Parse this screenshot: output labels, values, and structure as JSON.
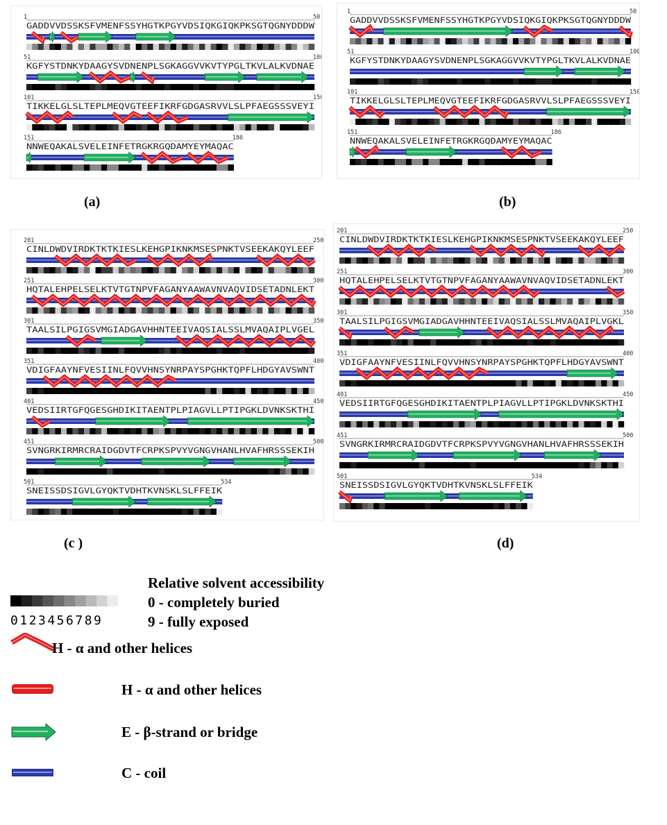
{
  "colors": {
    "helix": "#e02020",
    "strand": "#22b060",
    "coil": "#2a3aa8",
    "strand_head": "#19a050"
  },
  "panels": [
    {
      "id": "a",
      "label": "(a)",
      "rows": [
        {
          "start": "1",
          "end": "50",
          "seq": "GADDVVDSSKSFVMENFSSYHGTKPGYVDSIQKGIQKPKSGTQGNYDDDW",
          "ss": "CHHCECHHHEEEEEECCCCEEEEEEECCCCCCCCCCCCCCCCCCCCCCCC",
          "sa": "85271063948266157390418250614728302961470316825973"
        },
        {
          "start": "51",
          "end": "100",
          "seq": "KGFYSTDNKYDAAGYSVDNENPLSGKAGGVVKVTYPGLTKVLALKVDNAE",
          "ss": "CCEEEEEEEECHHHHHHHECHHCCCCCCCCCEEEEEEECCEEEEEEEEEC",
          "sa": "10000210000121000001000010000100011100000001000000"
        },
        {
          "start": "101",
          "end": "150",
          "seq": "TIKKELGLSLTEPLMEQVGTEEFIKRFGDGASRVVLSLPFAEGSSSVEYI",
          "ss": "HHHHHHHHCCCCCCCHHHHHCHHHHHHHCCCCCCCEEEEEEEEEEEEEEE",
          "sa": "90012009210200127001200812000311020086060029000017"
        },
        {
          "start": "151",
          "end": "186",
          "seq": "NNWEQAKALSVELEINFETRGKRGQDAMYEYMAQAC",
          "ss": "ECCCCCCCCCEEEEEEEEECHHHHHHHCHHHHHHHC",
          "sa": "012002004405505500008002000000000550"
        }
      ]
    },
    {
      "id": "b",
      "label": "(b)",
      "rows": [
        {
          "start": "1",
          "end": "50",
          "seq": "GADDVVDSSKSFVMENFSSYHGTKPGYVDSIQKGIQKPKSGTQGNYDDDW",
          "ss": "HHHHCCEEEEEEEEEEEEEEEEEEEEEEECCHHHHHCCCCCCCCCCCCHH",
          "sa": "53617291840526739015862947318062594731802649175380"
        },
        {
          "start": "51",
          "end": "100",
          "seq": "KGFYSTDNKYDAAGYSVDNENPLSGKAGGVVKVTYPGLTKVLALKVDNAE",
          "ss": "CCCCCCCCCCCCCCCCCCCCCCCCCCCCCCCEEEEEEECCEEEEEEEEEC",
          "sa": "10000210000121000001000010000100011100000001000000"
        },
        {
          "start": "101",
          "end": "150",
          "seq": "TIKKELGLSLTEPLMEQVGTEEFIKRFGDGASRVVLSLPFAEGSSSVEYI",
          "ss": "HHHHHHCCCCCCCCCHHHHHHHHHHHHHCCCCCCCEEEEEEEEEEEEEEE",
          "sa": "90012009210200127001200812000311020086060029000017"
        },
        {
          "start": "151",
          "end": "186",
          "seq": "NNWEQAKALSVELEINFETRGKRGQDAMYEYMAQAC",
          "ss": "EHHHHCCCCCEEEEEEEEECCCCCCCCHHHHHHHCC",
          "sa": "012002004405505500008002000000000550"
        }
      ]
    },
    {
      "id": "c",
      "label": "(c )",
      "rows": [
        {
          "start": "201",
          "end": "250",
          "seq": "CINLDWDVIRDKTKTKIESLKEHGPIKNKMSESPNKTVSEEKAKQYLEEF",
          "ss": "CCCCCHHHHHHHHHHHHHHCCHHHHHHHHHHHCCCCCCCCHHHHHHHHHH",
          "sa": "20510360174902283645102731953802617409301827740362"
        },
        {
          "start": "251",
          "end": "300",
          "seq": "HQTALEHPELSELKTVTGTNPVFAGANYAAWAVNVAQVIDSETADNLEKT",
          "ss": "CHHHHHHHHHHHHHHHHHHHHHHHHHHHHHHHHHHHHHHHHHHHHHHHHH",
          "sa": "40731825601946270318425370681493628150473926804173"
        },
        {
          "start": "301",
          "end": "350",
          "seq": "TAALSILPGIGSVMGIADGAVHHNTEEIVAQSIALSSLMVAQAIPLVGEL",
          "ss": "CCCCCCCHHHHHCEEEEEEEECCCCCHHHHHHHHHHHHHHHHHHHHHHHH",
          "sa": "10200100021030002000000120100000010001000000000001"
        },
        {
          "start": "351",
          "end": "400",
          "seq": "VDIGFAAYNFVESIINLFQVVHNSYNRPAYSPGHKTQPFLHDGYAVSWNT",
          "ss": "CCCHHHHHHHHHHHHHHHHHHHHHHHCCCCCCCCCCCCCCCCCCCCCCCC",
          "sa": "20100000000000000000000000000003060010801020050607"
        },
        {
          "start": "401",
          "end": "450",
          "seq": "VEDSIIRTGFQGESGHDIKITAENTPLPIAGVLLPTIPGKLDVNKSKTHI",
          "ss": "CHHHCCCCCCCCEEEEEEEEEEEEECCCEEEEEEEEEEEEEEEEEEEEEE",
          "sa": "30604070315027001010405603010010204050306070108090"
        },
        {
          "start": "451",
          "end": "500",
          "seq": "SVNGRKIRMRCRAIDGDVTFCRPKSPVYVGNGVHANLHVAFHRSSSEKIH",
          "ss": "CCCCCEEEEEEEEECCCCCCEEEEEEEEEEEECCCCEEEEEEEEEECCCC",
          "sa": "00100000000000200000000100000000000000000010350208"
        },
        {
          "start": "501",
          "end": "534",
          "seq": "SNEISSDSIGVLGYQKTVDHTKVNSKLSLFFEIK",
          "ss": "CCCCCCCCEEEEEEEEEEECCEEEEEEEEEEEEC",
          "sa": "4201340200000001000000000001030209"
        }
      ]
    },
    {
      "id": "d",
      "label": "(d)",
      "rows": [
        {
          "start": "201",
          "end": "250",
          "seq": "CINLDWDVIRDKTKTKIESLKEHGPIKNKMSESPNKTVSEEKAKQYLEEF",
          "ss": "CCCCCHHHHHHHHHHHHCCCCCCHHHHHHHHHHHHHCCCCCCHHHHHHHH",
          "sa": "20510360174902283645102731953802617409301827740362"
        },
        {
          "start": "251",
          "end": "300",
          "seq": "HQTALEHPELSELKTVTGTNPVFAGANYAAWAVNVAQVIDSETADNLEKT",
          "ss": "HHHHHHHHHHHHHHHHHHHHHHHHHHHHHHHHHHHCCCCCCCCCCCCHHH",
          "sa": "40731825601946270318425370681493628150473926804173"
        },
        {
          "start": "301",
          "end": "350",
          "seq": "TAALSILPGIGSVMGIADGAVHHNTEEIVAQSIALSSLMVAQAIPLVGKL",
          "ss": "HHCCCCCCHHHHHCEEEEEEEECCCCHHHHHHHHHHHHHHHHHHHHHHCC",
          "sa": "10200100021030002000000120100000010001000000000001"
        },
        {
          "start": "351",
          "end": "400",
          "seq": "VDIGFAAYNFVESIINLFQVVHNSYNRPAYSPGHKTQPFLHDGYAVSWNT",
          "ss": "CCCHHHHHHHHHHHHHHHHHHHHHHHCCCCCCCCCCCCCCEEEEEEEEEC",
          "sa": "20100000000000000000000000000003060010801020050607"
        },
        {
          "start": "401",
          "end": "450",
          "seq": "VEDSIIRTGFQGESGHDIKITAENTPLPIAGVLLPTIPGKLDVNKSKTHI",
          "ss": "CCCCCCCCCCCCEEEEEEEEEEEEECCCEEEEEEEEEEEEEEEEEEEEEE",
          "sa": "30604070315027001010405603010010204050306070108090"
        },
        {
          "start": "451",
          "end": "500",
          "seq": "SVNGRKIRMRCRAIDGDVTFCRPKSPVYVGNGVHANLHVAFHRSSSEKIH",
          "ss": "CCCCCEEEEEEEEECCCCCCEEEEEEEEEEEECCCCEEEEEEEEEECCCC",
          "sa": "00100000000000200000000100000000000000000010350208"
        },
        {
          "start": "501",
          "end": "534",
          "seq": "SNEISSDSIGVLGYQKTVDHTKVNSKLSLFFEIK",
          "ss": "HHCCCCCCEEEEEEEEEEECCEEEEEEEEEEEEC",
          "sa": "4201340200000001000000000001030209"
        }
      ]
    }
  ],
  "legend": {
    "title": "Relative solvent accessibility",
    "buried": "0 - completely buried",
    "exposed": "9 - fully exposed",
    "digits": "0123456789",
    "helix_wave_label": "H - α and other helices",
    "helix_bar_label": "H - α and other helices",
    "strand_label": "E - β-strand or bridge",
    "coil_label": "C - coil"
  }
}
